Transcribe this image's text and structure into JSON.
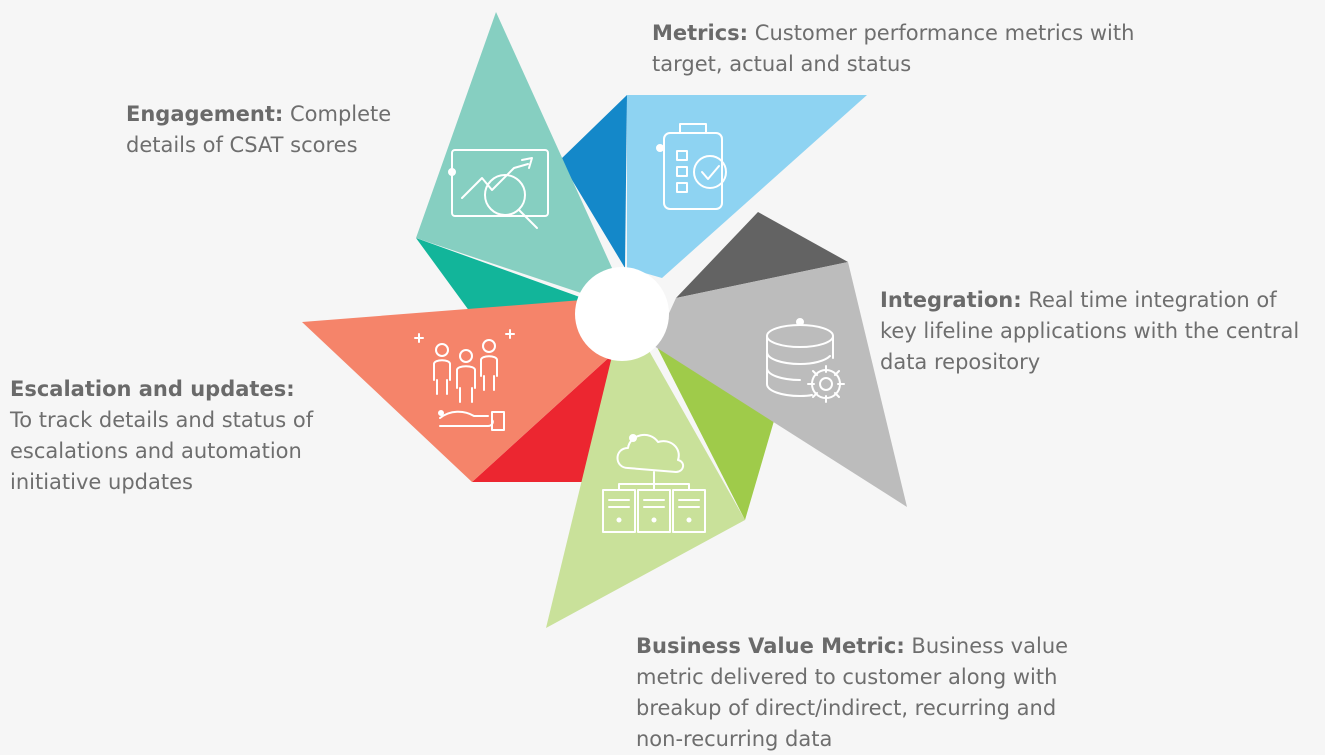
{
  "sections": [
    {
      "id": "metrics",
      "title": "Metrics:",
      "description": "Customer performance metrics with target, actual and status",
      "icon": "clipboard-check-icon",
      "color": "#8ed3f2",
      "accent_color": "#1488c9"
    },
    {
      "id": "integration",
      "title": "Integration:",
      "description": "Real time integration of key lifeline applications with the central data repository",
      "icon": "database-gear-icon",
      "color": "#bcbcbc",
      "accent_color": "#636363"
    },
    {
      "id": "business-value",
      "title": "Business Value Metric:",
      "description": "Business value metric delivered to customer along with breakup of direct/indirect, recurring and non-recurring data",
      "icon": "cloud-servers-icon",
      "color": "#c9e19a",
      "accent_color": "#9fcb4a"
    },
    {
      "id": "escalation",
      "title": "Escalation and updates:",
      "description": "To track details and status of escalations and automation initiative updates",
      "icon": "team-hand-icon",
      "color": "#f5846a",
      "accent_color": "#ec2630"
    },
    {
      "id": "engagement",
      "title": "Engagement:",
      "description": "Complete details of CSAT scores",
      "icon": "analytics-magnifier-icon",
      "color": "#86cfc1",
      "accent_color": "#12b59a"
    }
  ]
}
